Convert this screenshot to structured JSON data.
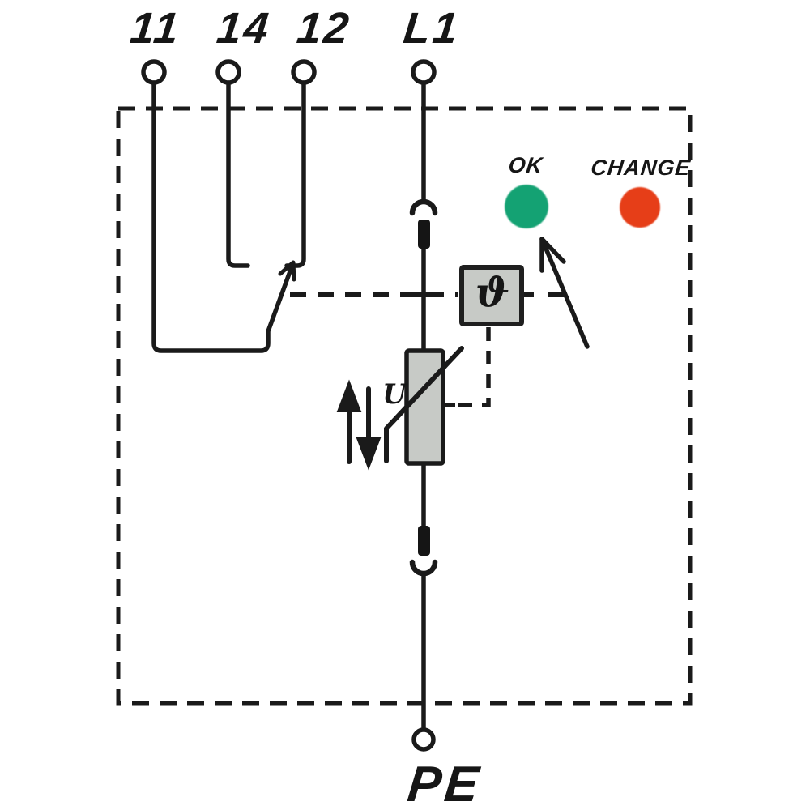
{
  "diagram_title": "surge-protective-device-circuit",
  "terminals": {
    "t11": {
      "label": "11"
    },
    "t14": {
      "label": "14"
    },
    "t12": {
      "label": "12"
    },
    "l1": {
      "label": "L1"
    },
    "pe": {
      "label": "PE"
    }
  },
  "indicators": {
    "ok": {
      "label": "OK",
      "color": "#14a273"
    },
    "change": {
      "label": "CHANGE",
      "color": "#e63e18"
    }
  },
  "symbols": {
    "thermal_sensor": "ϑ",
    "voltage": "U"
  },
  "colors": {
    "line": "#1a1a1a",
    "component_fill": "#c7cac6",
    "background": "#ffffff"
  }
}
